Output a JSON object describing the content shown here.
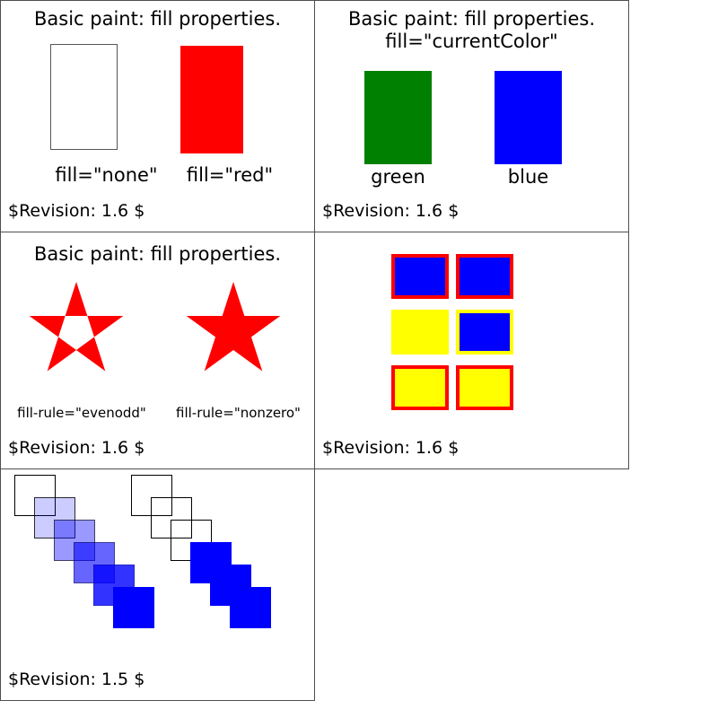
{
  "colors": {
    "red": "#ff0000",
    "green": "#008000",
    "blue": "#0000ff",
    "yellow": "#ffff00"
  },
  "cell_fill": {
    "title": "Basic paint: fill properties.",
    "label_none": "fill=\"none\"",
    "label_red": "fill=\"red\"",
    "revision": "$Revision: 1.6 $"
  },
  "cell_current_color": {
    "title_line1": "Basic paint: fill properties.",
    "title_line2": "fill=\"currentColor\"",
    "label_green": "green",
    "label_blue": "blue",
    "revision": "$Revision: 1.6 $"
  },
  "cell_fill_rule": {
    "title": "Basic paint: fill properties.",
    "label_evenodd": "fill-rule=\"evenodd\"",
    "label_nonzero": "fill-rule=\"nonzero\"",
    "star_color": "#ff0000",
    "revision": "$Revision: 1.6 $"
  },
  "cell_stroke_grid": {
    "revision": "$Revision: 1.6 $",
    "rects": [
      {
        "fill": "#0000ff",
        "stroke": "#ff0000"
      },
      {
        "fill": "#0000ff",
        "stroke": "#ff0000"
      },
      {
        "fill": "#ffff00",
        "stroke": "#ffff00"
      },
      {
        "fill": "#0000ff",
        "stroke": "#ffff00"
      },
      {
        "fill": "#ffff00",
        "stroke": "#ff0000"
      },
      {
        "fill": "#ffff00",
        "stroke": "#ff0000"
      }
    ]
  },
  "cell_fill_opacity": {
    "revision": "$Revision: 1.5 $",
    "square_color": "#0000ff",
    "left_cascade_opacities": [
      0,
      0.2,
      0.4,
      0.6,
      0.8,
      1
    ],
    "right_cascade_opacities": [
      0,
      0,
      0,
      1,
      1,
      1
    ]
  }
}
